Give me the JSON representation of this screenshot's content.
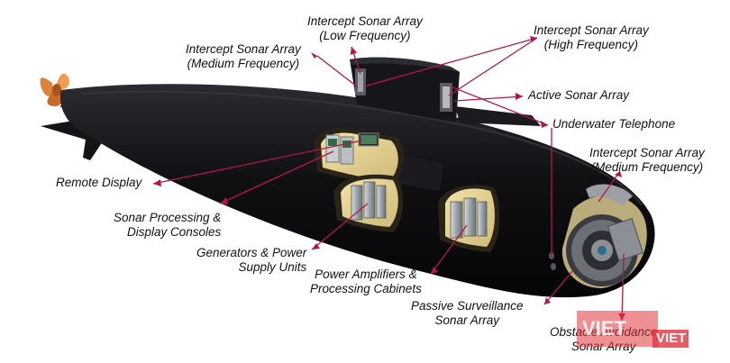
{
  "labels": {
    "intercept_low": [
      "Intercept Sonar Array",
      "(Low Frequency)"
    ],
    "intercept_high": [
      "Intercept Sonar Array",
      "(High Frequency)"
    ],
    "intercept_medium_top": [
      "Intercept Sonar Array",
      "(Medium Frequency)"
    ],
    "active_sonar": "Active Sonar Array",
    "underwater_telephone": "Underwater Telephone",
    "intercept_medium_bow": [
      "Intercept Sonar Array",
      "(Medium Frequency)"
    ],
    "remote_display": "Remote Display",
    "sonar_processing": [
      "Sonar Processing &",
      "Display Consoles"
    ],
    "generators": [
      "Generators & Power",
      "Supply Units"
    ],
    "power_amplifiers": [
      "Power Amplifiers &",
      "Processing Cabinets"
    ],
    "passive_surveillance": [
      "Passive Surveillance",
      "Sonar Array"
    ],
    "obstacle_avoidance": [
      "Obstacle Avoidance",
      "Sonar Array"
    ]
  },
  "watermark": {
    "text_1": "VIET",
    "text_2": "VIET"
  },
  "colors": {
    "leader_line": "#b1174a",
    "hull": "#0b0b0d",
    "watermark_red": "#e2353e"
  }
}
